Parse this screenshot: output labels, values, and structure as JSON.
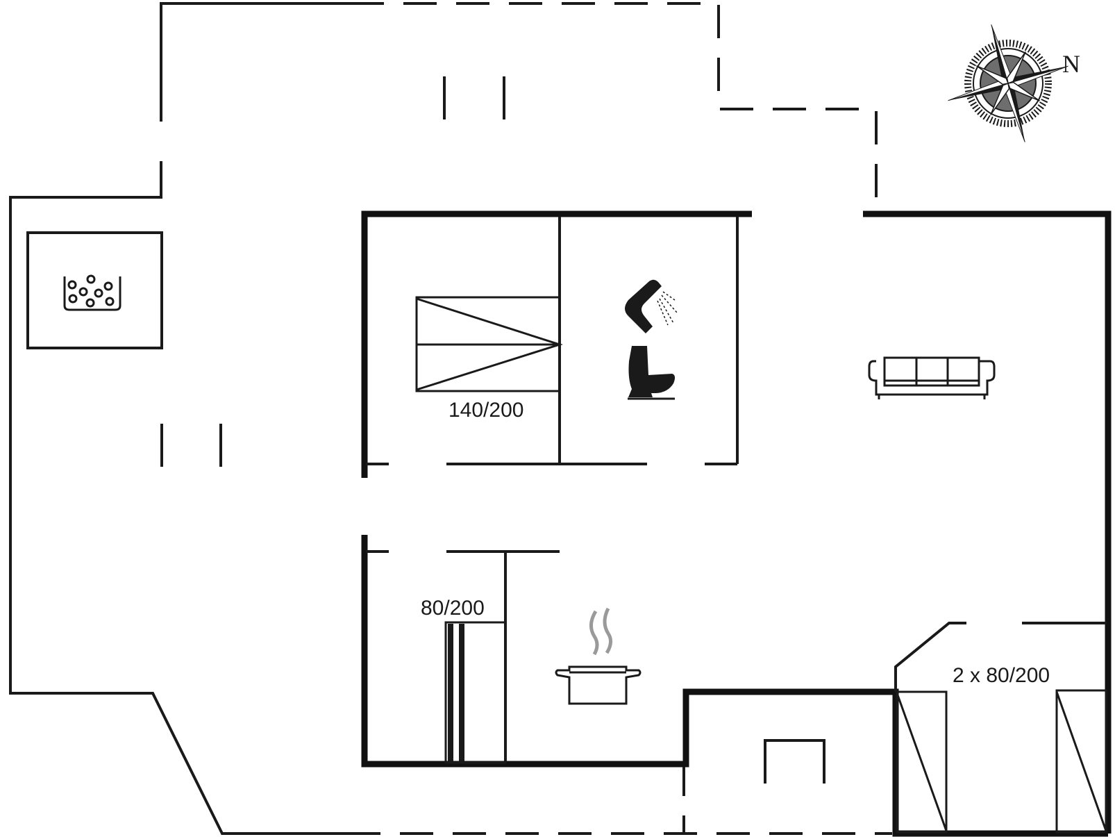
{
  "floor_plan": {
    "rooms": {
      "double_bedroom": {
        "bed_label": "140/200"
      },
      "single_bedroom": {
        "bed_label": "80/200"
      },
      "twin_bedroom": {
        "bed_label": "2 x 80/200"
      }
    },
    "compass": {
      "north_label": "N"
    },
    "icons": [
      "hot-tub-icon",
      "shower-icon",
      "toilet-icon",
      "sofa-icon",
      "cooking-pot-icon",
      "compass-rose-icon"
    ],
    "colors": {
      "line": "#1a1a1a",
      "background": "#ffffff"
    }
  }
}
